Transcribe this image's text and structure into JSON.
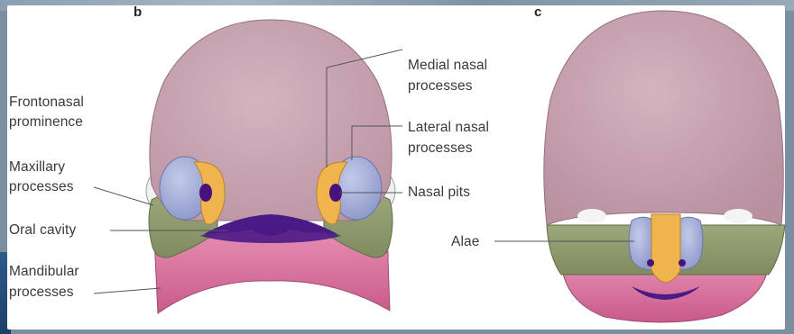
{
  "panels": {
    "b": {
      "letter": "b",
      "labels": {
        "frontonasal_1": "Frontonasal",
        "frontonasal_2": "prominence",
        "maxillary_1": "Maxillary",
        "maxillary_2": "processes",
        "oral": "Oral cavity",
        "mandibular_1": "Mandibular",
        "mandibular_2": "processes",
        "medial_1": "Medial nasal",
        "medial_2": "processes",
        "lateral_1": "Lateral nasal",
        "lateral_2": "processes",
        "pits": "Nasal pits"
      }
    },
    "c": {
      "letter": "c",
      "labels": {
        "alae": "Alae"
      }
    }
  },
  "colors": {
    "frontonasal": "#c9a7b4",
    "medial_nasal": "#efb44d",
    "lateral_nasal": "#a9b3dc",
    "maxillary": "#8e9c6e",
    "mandibular": "#d9709b",
    "oral_cavity": "#4a1a86",
    "nasal_pit": "#47127a",
    "eye_white": "#f1f3f4"
  }
}
